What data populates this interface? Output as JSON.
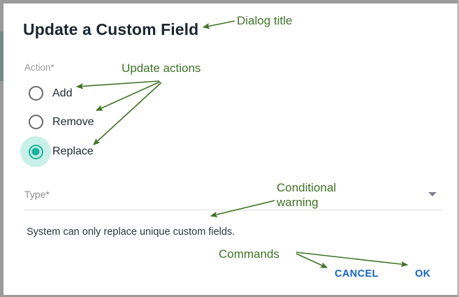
{
  "dialog": {
    "title": "Update a Custom Field",
    "action_label": "Action*",
    "actions": [
      {
        "label": "Add",
        "selected": false
      },
      {
        "label": "Remove",
        "selected": false
      },
      {
        "label": "Replace",
        "selected": true
      }
    ],
    "type_field": {
      "label": "Type*",
      "value": "",
      "caret_icon": "chevron-down-icon"
    },
    "hint": "System can only replace unique custom fields.",
    "buttons": {
      "cancel": "CANCEL",
      "ok": "OK"
    }
  },
  "annotations": {
    "dialog_title": "Dialog title",
    "update_actions": "Update actions",
    "conditional_warning_line1": "Conditional",
    "conditional_warning_line2": "warning",
    "commands": "Commands"
  },
  "colors": {
    "accent_teal": "#16b39c",
    "ripple_teal": "#c9f0e8",
    "button_blue": "#1565c0",
    "annotation_green": "#3f7227",
    "label_gray": "#9b9b9b",
    "frame_gray": "#9a9a9a",
    "text_dark": "#1c2630"
  }
}
